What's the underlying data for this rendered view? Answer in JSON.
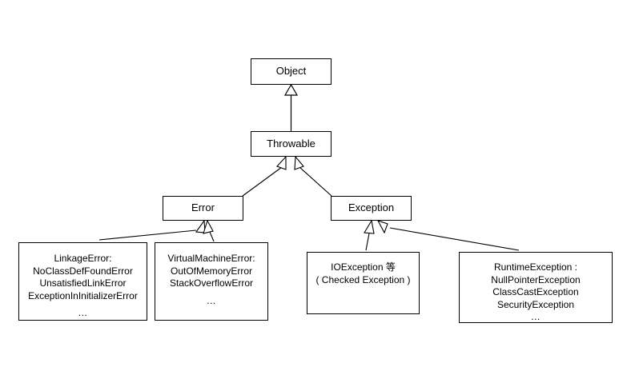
{
  "diagram": {
    "title": "Java Throwable class hierarchy",
    "background_color": "#ffffff",
    "line_color": "#000000",
    "text_color": "#000000"
  },
  "nodes": {
    "object": {
      "label": "Object"
    },
    "throwable": {
      "label": "Throwable"
    },
    "error": {
      "label": "Error"
    },
    "exception": {
      "label": "Exception"
    },
    "linkage_error": {
      "lines": [
        "LinkageError:",
        "NoClassDefFoundError",
        "UnsatisfiedLinkError",
        "ExceptionInInitializerError",
        "..."
      ]
    },
    "vm_error": {
      "lines": [
        "VirtualMachineError:",
        "OutOfMemoryError",
        "StackOverflowError",
        "..."
      ]
    },
    "io_exception": {
      "lines": [
        "IOException 等",
        "( Checked Exception )"
      ]
    },
    "runtime_exception": {
      "lines": [
        "RuntimeException :",
        "NullPointerException",
        "ClassCastException",
        "SecurityException",
        "..."
      ]
    }
  },
  "edges": [
    {
      "name": "object-throwable",
      "from": "throwable",
      "to": "object",
      "kind": "generalization"
    },
    {
      "name": "throwable-error",
      "from": "error",
      "to": "throwable",
      "kind": "generalization"
    },
    {
      "name": "throwable-exception",
      "from": "exception",
      "to": "throwable",
      "kind": "generalization"
    },
    {
      "name": "error-linkage-error",
      "from": "linkage_error",
      "to": "error",
      "kind": "generalization"
    },
    {
      "name": "error-vm-error",
      "from": "vm_error",
      "to": "error",
      "kind": "generalization"
    },
    {
      "name": "exception-io-exception",
      "from": "io_exception",
      "to": "exception",
      "kind": "generalization"
    },
    {
      "name": "exception-runtime-exception",
      "from": "runtime_exception",
      "to": "exception",
      "kind": "generalization"
    }
  ]
}
